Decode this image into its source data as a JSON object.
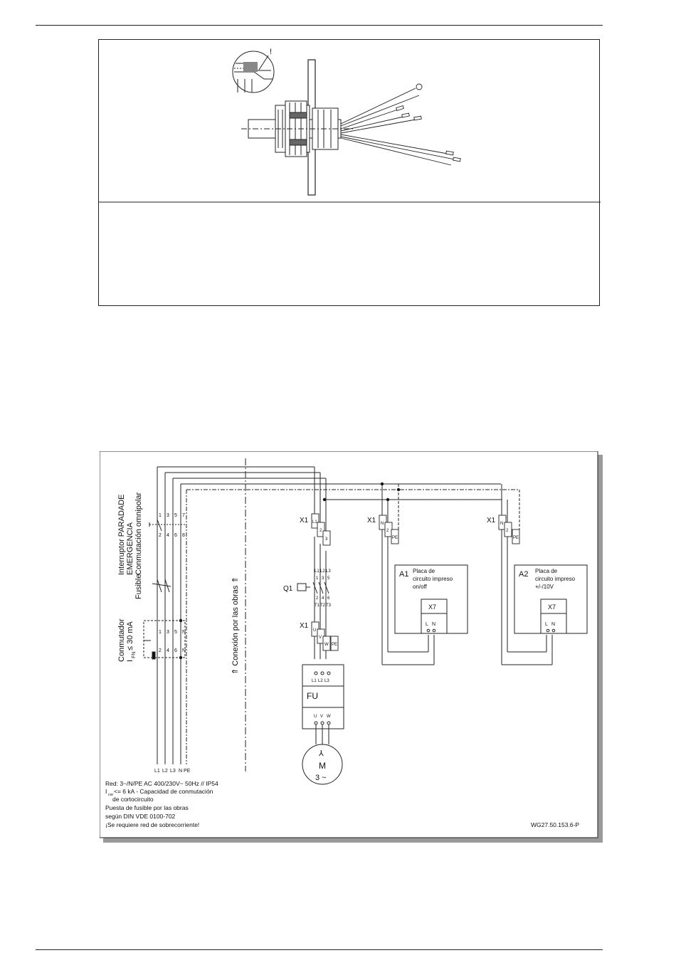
{
  "cable_figure": {
    "warning_mark": "!"
  },
  "schematic": {
    "vertical_labels": {
      "emergency_switch": [
        "Interruptor PARADADE",
        "EMERGENCIA",
        "Conmutación omnipolar"
      ],
      "fuse": "Fusible",
      "rcd": "Conmutador",
      "rcd_rating": "≤ 30 mA",
      "rcd_symbol_main": "I",
      "rcd_symbol_sub": "FN",
      "site_connection": "⇑ Conexión por las obras ⇑"
    },
    "switch_terminals_top": [
      "1",
      "3",
      "5",
      "7"
    ],
    "switch_terminals_bottom": [
      "2",
      "4",
      "6",
      "8"
    ],
    "rcd_terminals_top": [
      "1",
      "3",
      "5",
      "N"
    ],
    "rcd_terminals_bottom": [
      "2",
      "4",
      "6",
      "N"
    ],
    "bus_labels": [
      "L1",
      "L2",
      "L3",
      "N",
      "PE"
    ],
    "x1_main": {
      "label": "X1",
      "terminals": [
        "L1",
        "2",
        "3"
      ]
    },
    "q1": {
      "label": "Q1",
      "top_lines": [
        "L1",
        "L2",
        "L3"
      ],
      "top_nums": [
        "1",
        "3",
        "5"
      ],
      "bottom_nums": [
        "2",
        "4",
        "6"
      ],
      "bottom_t": [
        "T1",
        "T2",
        "T3"
      ]
    },
    "x1_motor": {
      "label": "X1",
      "terminals": [
        "U",
        "V",
        "W",
        "PE"
      ]
    },
    "fu": {
      "label": "FU",
      "inputs": [
        "L1",
        "L2",
        "L3"
      ],
      "outputs": [
        "U",
        "V",
        "W"
      ]
    },
    "motor": {
      "star": "⅄",
      "letter": "M",
      "phase": "3 ~"
    },
    "a1": {
      "x1_label": "X1",
      "x1_terminals": [
        "N",
        "2",
        "PE"
      ],
      "label": "A1",
      "text": [
        "Placa de",
        "circuito impreso",
        "on/off"
      ],
      "x7": "X7",
      "x7_terminals": [
        "L",
        "N"
      ]
    },
    "a2": {
      "x1_label": "X1",
      "x1_terminals": [
        "N",
        "2",
        "PE"
      ],
      "label": "A2",
      "text": [
        "Placa de",
        "circuito impreso",
        "+/-/10V"
      ],
      "x7": "X7",
      "x7_terminals": [
        "L",
        "N"
      ]
    },
    "notes": {
      "line1": "Red: 3~/N/PE AC 400/230V~ 50Hz // IP54",
      "line2_main": "I",
      "line2_sub": "cw",
      "line2_rest": "<= 6 kA - Capacidad de conmutación",
      "line3": "de cortocircuito",
      "line4": "Puesta de fusible por las obras",
      "line5": "según DIN VDE 0100-702",
      "line6": "¡Se requiere red de sobrecorriente!"
    },
    "drawing_code": "WG27.50.153.6-P"
  }
}
